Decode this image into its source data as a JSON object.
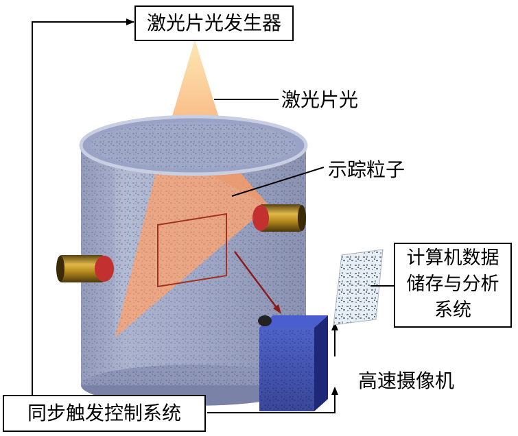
{
  "labels": {
    "laser_generator": "激光片光发生器",
    "laser_sheet": "激光片光",
    "tracer_particles": "示踪粒子",
    "computer_system_lines": [
      "计算机数据",
      "储存与分析",
      "系统"
    ],
    "high_speed_camera": "高速摄像机",
    "sync_trigger": "同步触发控制系统"
  },
  "colors": {
    "tank": "#8f98bd",
    "laser": "#f7a36a",
    "camera": "#2c3fa6",
    "window": "#b88c1f",
    "arrow": "#8b1a1a"
  }
}
